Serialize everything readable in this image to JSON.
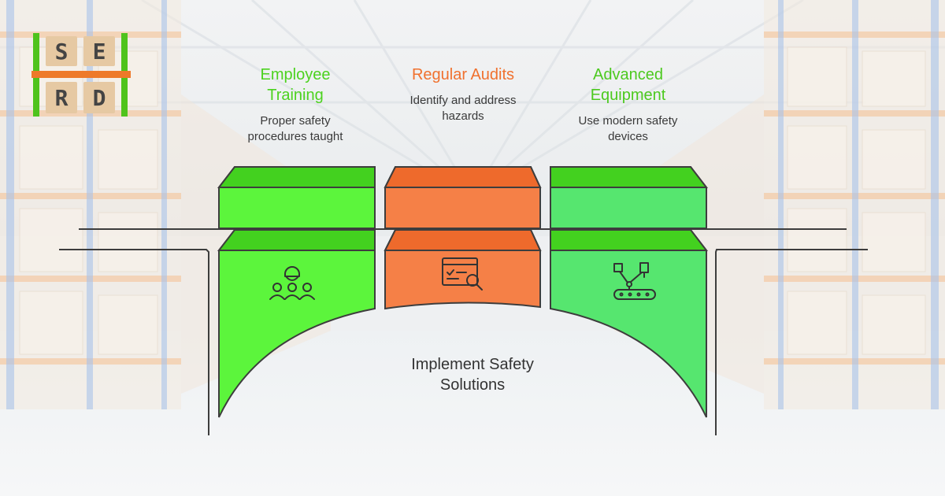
{
  "logo": {
    "letters": [
      "S",
      "E",
      "R",
      "D"
    ],
    "colors": {
      "frame": "#4fc31c",
      "bar": "#ee7a2a",
      "tile": "#e6c9a3",
      "letter": "#444444"
    }
  },
  "columns": [
    {
      "title": "Employee Training",
      "title_lines": [
        "Employee",
        "Training"
      ],
      "description": "Proper safety procedures taught",
      "desc_lines": [
        "Proper safety",
        "procedures taught"
      ],
      "color": "#4cd21f",
      "icon": "worker-group-icon"
    },
    {
      "title": "Regular Audits",
      "title_lines": [
        "Regular Audits"
      ],
      "description": "Identify and address hazards",
      "desc_lines": [
        "Identify and address",
        "hazards"
      ],
      "color": "#f0712e",
      "icon": "audit-inspection-icon"
    },
    {
      "title": "Advanced Equipment",
      "title_lines": [
        "Advanced",
        "Equipment"
      ],
      "description": "Use modern safety devices",
      "desc_lines": [
        "Use modern safety",
        "devices"
      ],
      "color": "#4cc91f",
      "icon": "robotic-arm-conveyor-icon"
    }
  ],
  "center": {
    "label": "Implement Safety Solutions",
    "label_lines": [
      "Implement Safety",
      "Solutions"
    ]
  },
  "colors": {
    "green_block": "#5cf53c",
    "green_block_dark": "#43d11f",
    "green_block_right": "#56e66f",
    "orange_block": "#f58047",
    "orange_block_dark": "#ee6a2c",
    "outline": "#3d3d3d"
  }
}
